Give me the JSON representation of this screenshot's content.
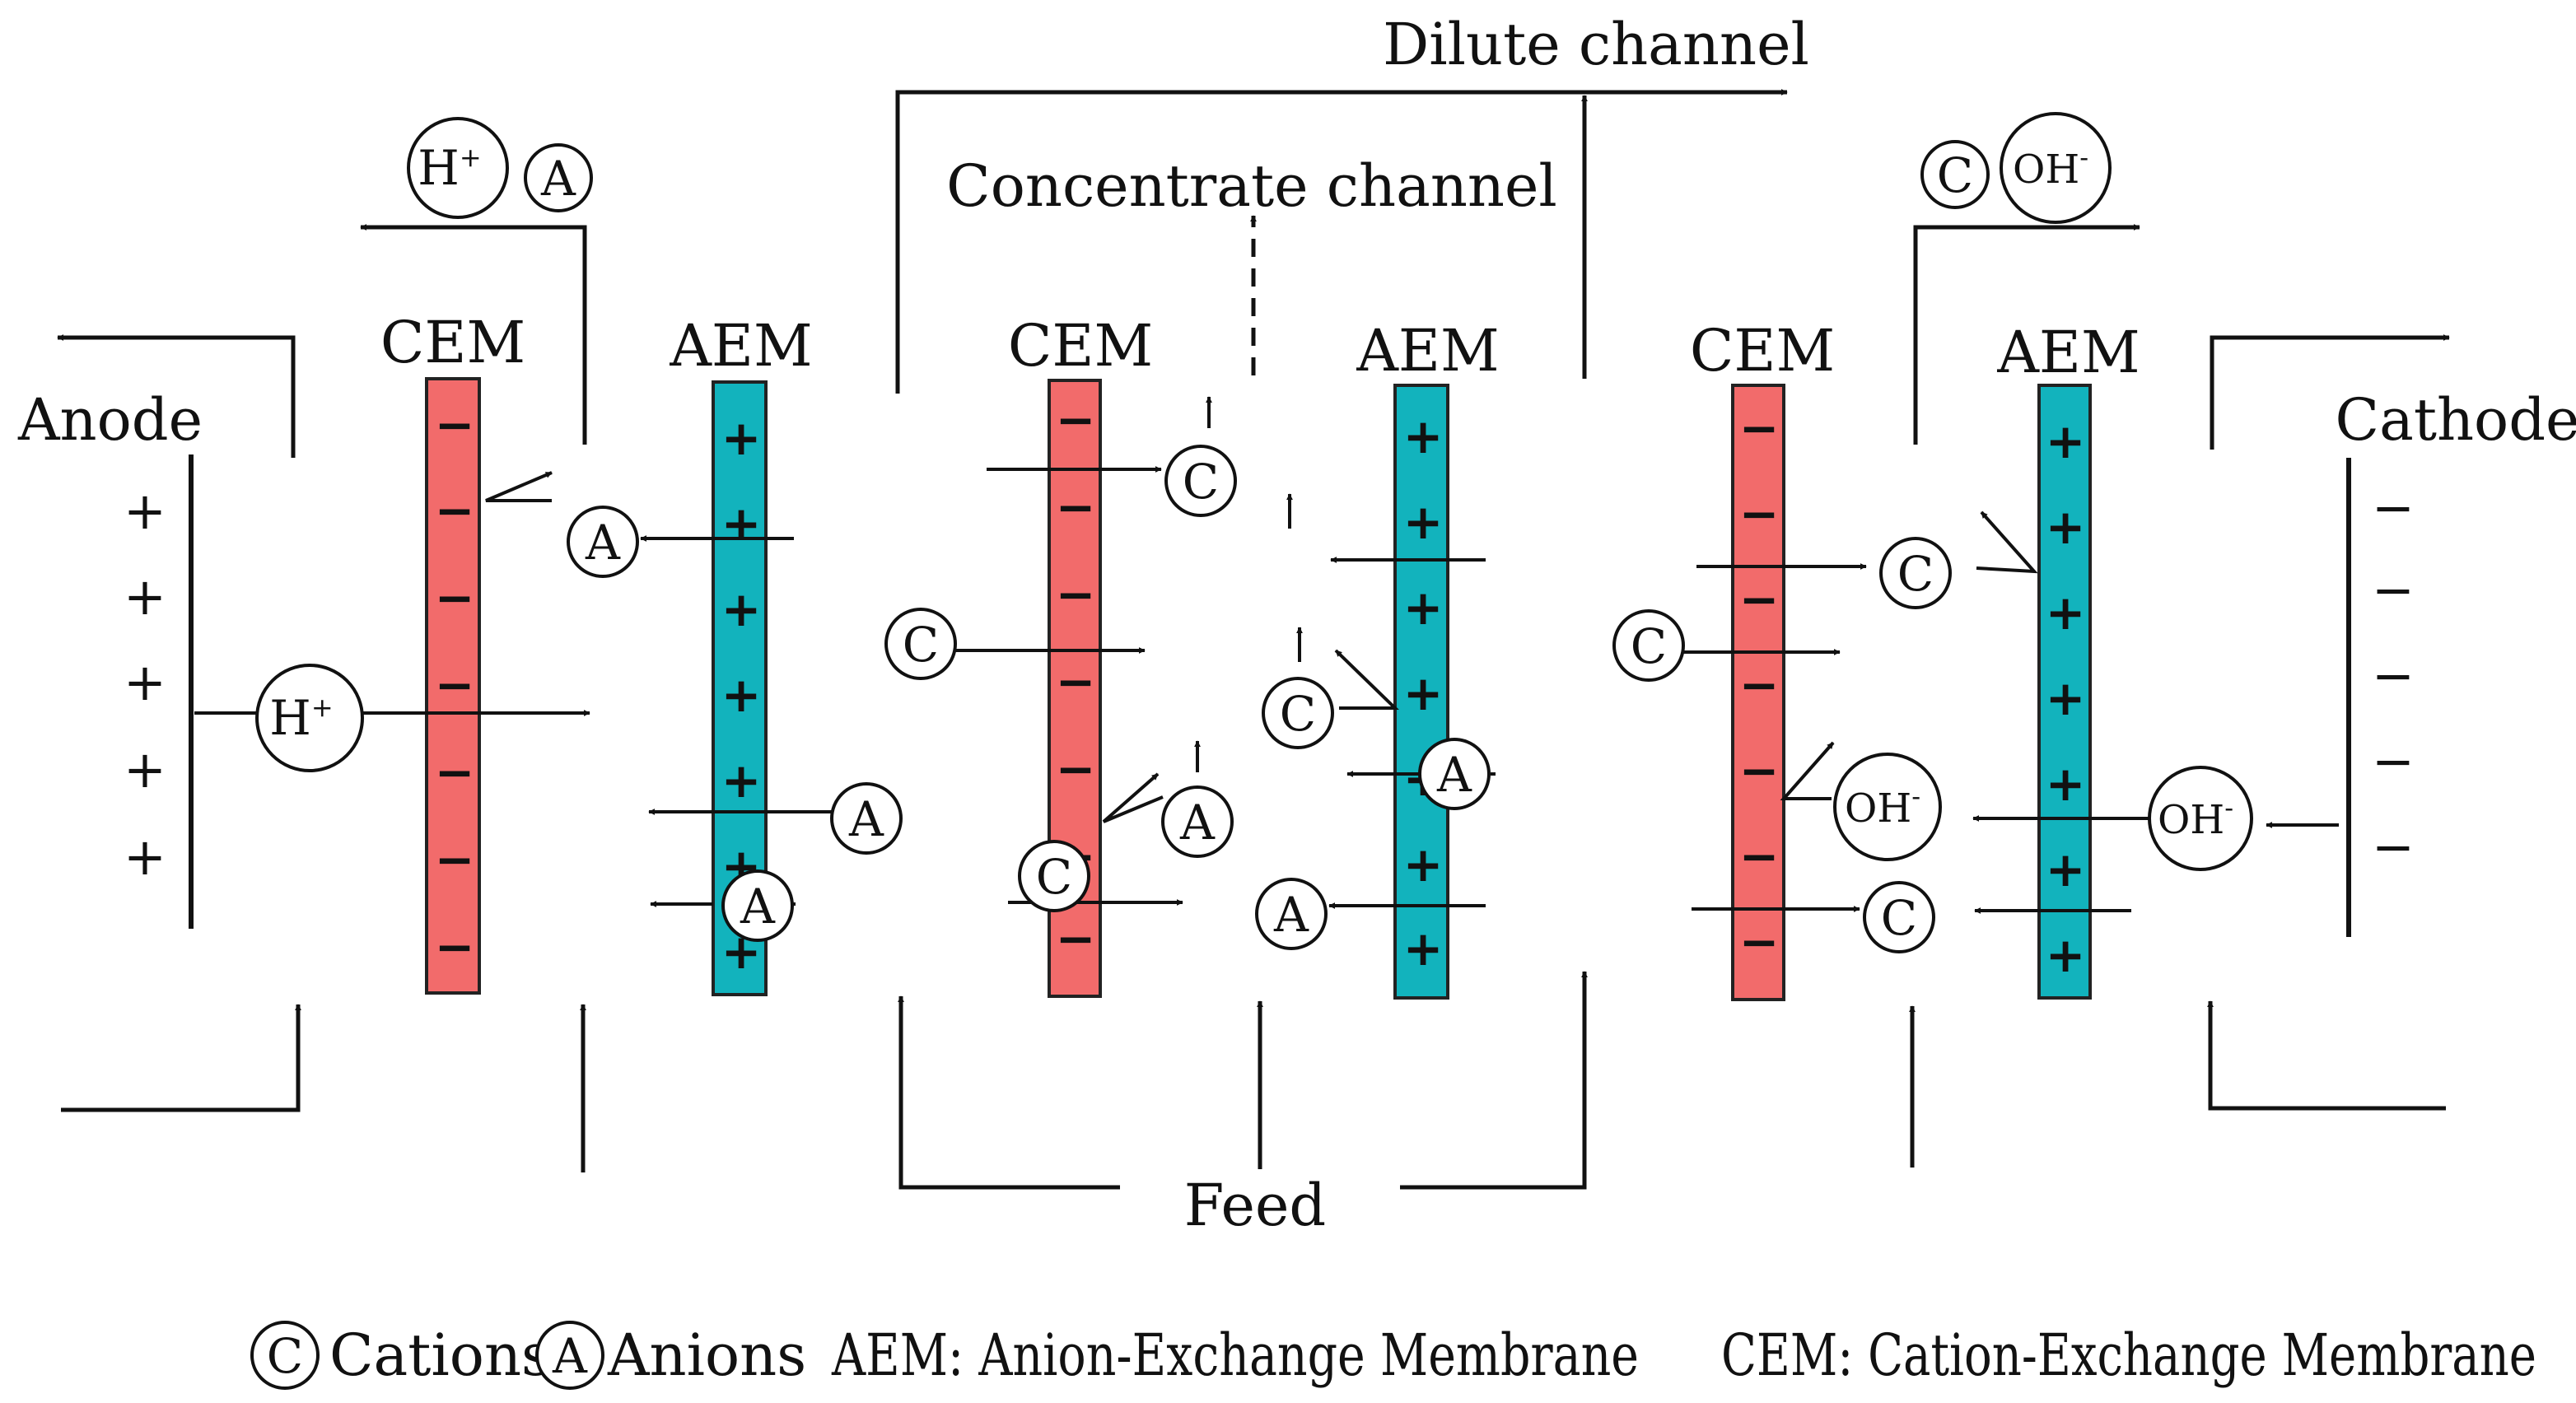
{
  "labels": {
    "dilute_channel": "Dilute channel",
    "concentrate_channel": "Concentrate  channel",
    "anode": "Anode",
    "cathode": "Cathode",
    "feed": "Feed"
  },
  "membranes": {
    "cem": "CEM",
    "aem": "AEM",
    "cem_sign": "−",
    "aem_sign": "+"
  },
  "electrodes": {
    "anode_sign": "+",
    "cathode_sign": "−"
  },
  "ions": {
    "cation": "C",
    "anion": "A",
    "proton": "H",
    "hydroxide": "OH",
    "proton_charge": "+",
    "hydroxide_charge": "-"
  },
  "legend": {
    "cation_symbol": "C",
    "cation_text": "Cations",
    "anion_symbol": "A",
    "anion_text": "Anions",
    "aem_def": "AEM: Anion-Exchange Membrane",
    "cem_def": "CEM: Cation-Exchange Membrane"
  },
  "colors": {
    "cem": "#F26B6B",
    "aem": "#12B3BD",
    "line": "#111111"
  }
}
